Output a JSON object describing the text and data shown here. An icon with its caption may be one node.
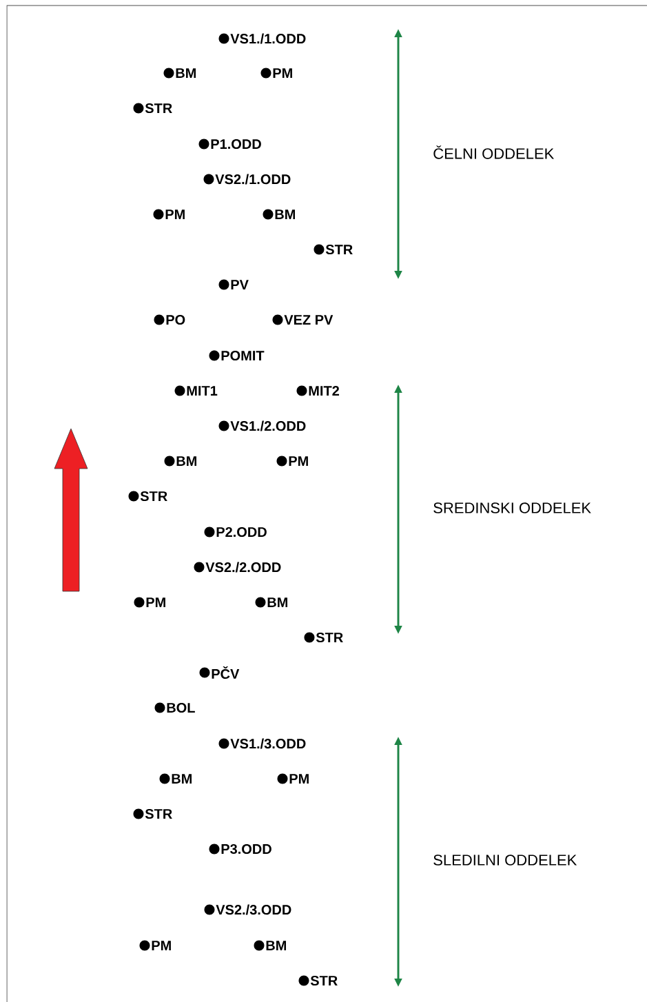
{
  "diagram": {
    "labels": [
      "VS1./1.ODD",
      "BM",
      "PM",
      "STR",
      "P1.ODD",
      "VS2./1.ODD",
      "PM",
      "BM",
      "STR",
      "PV",
      "PO",
      "VEZ PV",
      "POMIT",
      "MIT1",
      "MIT2",
      "VS1./2.ODD",
      "BM",
      "PM",
      "STR",
      "P2.ODD",
      "VS2./2.ODD",
      "PM",
      "BM",
      "STR",
      "PČV",
      "BOL",
      "VS1./3.ODD",
      "BM",
      "PM",
      "STR",
      "P3.ODD",
      "VS2./3.ODD",
      "PM",
      "BM",
      "STR",
      "ČELNI ODDELEK",
      "SREDINSKI ODDELEK",
      "SLEDILNI ODDELEK"
    ]
  }
}
